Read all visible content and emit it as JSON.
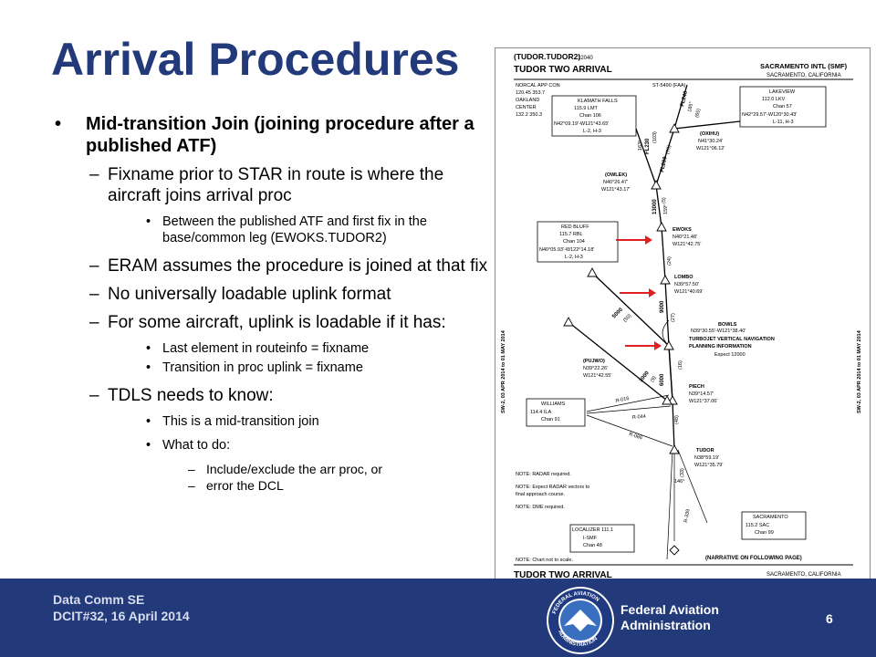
{
  "slide": {
    "title": "Arrival Procedures",
    "page_number": "6"
  },
  "bullets": [
    {
      "level": 1,
      "marker": "•",
      "text": "Mid-transition Join (joining procedure after a published ATF)"
    },
    {
      "level": 2,
      "marker": "–",
      "text": "Fixname prior to STAR in route is where the aircraft joins arrival proc"
    },
    {
      "level": 3,
      "marker": "•",
      "text": "Between the published ATF and first fix in the base/common leg (EWOKS.TUDOR2)"
    },
    {
      "level": 2,
      "marker": "–",
      "text": "ERAM assumes the procedure is joined at that fix"
    },
    {
      "level": 2,
      "marker": "–",
      "text": "No universally loadable uplink format"
    },
    {
      "level": 2,
      "marker": "–",
      "text": "For some aircraft, uplink is loadable if it has:"
    },
    {
      "level": 3,
      "marker": "•",
      "text": "Last element in routeinfo = fixname"
    },
    {
      "level": 3,
      "marker": "•",
      "text": "Transition in proc uplink = fixname"
    },
    {
      "level": 2,
      "marker": "–",
      "text": "TDLS needs to know:"
    },
    {
      "level": 3,
      "marker": "•",
      "text": "This is a mid-transition join"
    },
    {
      "level": 3,
      "marker": "•",
      "text": "What to do:"
    },
    {
      "level": 4,
      "marker": "–",
      "text": "Include/exclude the arr proc, or"
    },
    {
      "level": 4,
      "marker": "–",
      "text": "error the DCL"
    }
  ],
  "footer": {
    "org_line1": "Data Comm SE",
    "org_line2": "DCIT#32, 16 April 2014",
    "agency_line1": "Federal Aviation",
    "agency_line2": "Administration",
    "seal_top": "FEDERAL AVIATION",
    "seal_bottom": "ADMINISTRATION"
  },
  "chart": {
    "procedure_id": "(TUDOR.TUDOR2)",
    "procedure_number": "12040",
    "procedure_name": "TUDOR TWO ARRIVAL",
    "airport": "SACRAMENTO INTL (SMF)",
    "city": "SACRAMENTO, CALIFORNIA",
    "faa_ref": "ST-5490 (FAA)",
    "approach_con": [
      "NORCAL APP CON",
      "120.45  353.7",
      "OAKLAND",
      "CENTER",
      "132.2  350.3"
    ],
    "side_note": "SW-2, 03 APR 2014 to 01 MAY 2014",
    "klamath": [
      "KLAMATH FALLS",
      "115.9  LMT",
      "Chan 106",
      "N42°09.19'-W121°43.65'",
      "L-2, H-3"
    ],
    "lakeview": [
      "LAKEVIEW",
      "112.0  LKV",
      "Chan 57",
      "N42°29.57'-W120°30.43'",
      "L-11, H-3"
    ],
    "red_bluff": [
      "RED BLUFF",
      "115.7  RBL",
      "Chan 104",
      "N40°05.93'-W122°14.18'",
      "L-2, H-3"
    ],
    "williams": [
      "WILLIAMS",
      "114.4  ILA",
      "Chan 91"
    ],
    "sacramento": [
      "SACRAMENTO",
      "115.2  SAC",
      "Chan 99"
    ],
    "localizer": [
      "LOCALIZER  111.1",
      "I-SMF",
      "Chan 48"
    ],
    "fixes": {
      "owlek": [
        "(OWLEK)",
        "N40°26.47'",
        "W121°43.17'"
      ],
      "oxihu": [
        "(OXIHU)",
        "N41°30.24'",
        "W121°06.12'"
      ],
      "ewoks": [
        "EWOKS",
        "N40°21.48'",
        "W121°42.75'"
      ],
      "lombo": [
        "LOMBO",
        "N39°57.50'",
        "W121°40.69'"
      ],
      "bowls": [
        "BOWLS",
        "N39°30.55'-W121°38.40'"
      ],
      "pujwo": [
        "(PUJWO)",
        "N39°22.26'",
        "W121°42.55'"
      ],
      "piech": [
        "PIECH",
        "N39°14.57'",
        "W121°37.06'"
      ],
      "tudor": [
        "TUDOR",
        "N38°59.19'",
        "W121°35.79'"
      ]
    },
    "turbojet": [
      "TURBOJET VERTICAL NAVIGATION",
      "PLANNING INFORMATION",
      "Expect 12000"
    ],
    "notes": [
      "NOTE: RADAR required.",
      "NOTE: Expect RADAR vectors to",
      "final approach course.",
      "NOTE: DME required."
    ],
    "not_to_scale": "NOTE: Chart not to scale.",
    "narrative": "(NARRATIVE ON FOLLOWING PAGE)",
    "altitudes": {
      "fl230": "FL230",
      "fl200": "FL200",
      "fl240": "FL240",
      "a13000": "13000",
      "a9000": "9000",
      "a5000": "5000",
      "a3000": "3000",
      "a6000": "6000"
    },
    "courses": {
      "c163": "163°",
      "c159": "159°",
      "c185": "185°",
      "c146": "146°",
      "c339": "R-339",
      "r016": "R-016",
      "r044": "R-044",
      "r086": "R-086"
    },
    "distances": {
      "d103": "(103)",
      "d70": "(70)",
      "d65": "(65)",
      "d5": "(5)",
      "d24": "(24)",
      "d27": "(27)",
      "d50": "(50)",
      "d16": "(16)",
      "d9": "(9)",
      "d48": "(48)",
      "d33": "(33)"
    },
    "arrow_color": "#e02020"
  }
}
